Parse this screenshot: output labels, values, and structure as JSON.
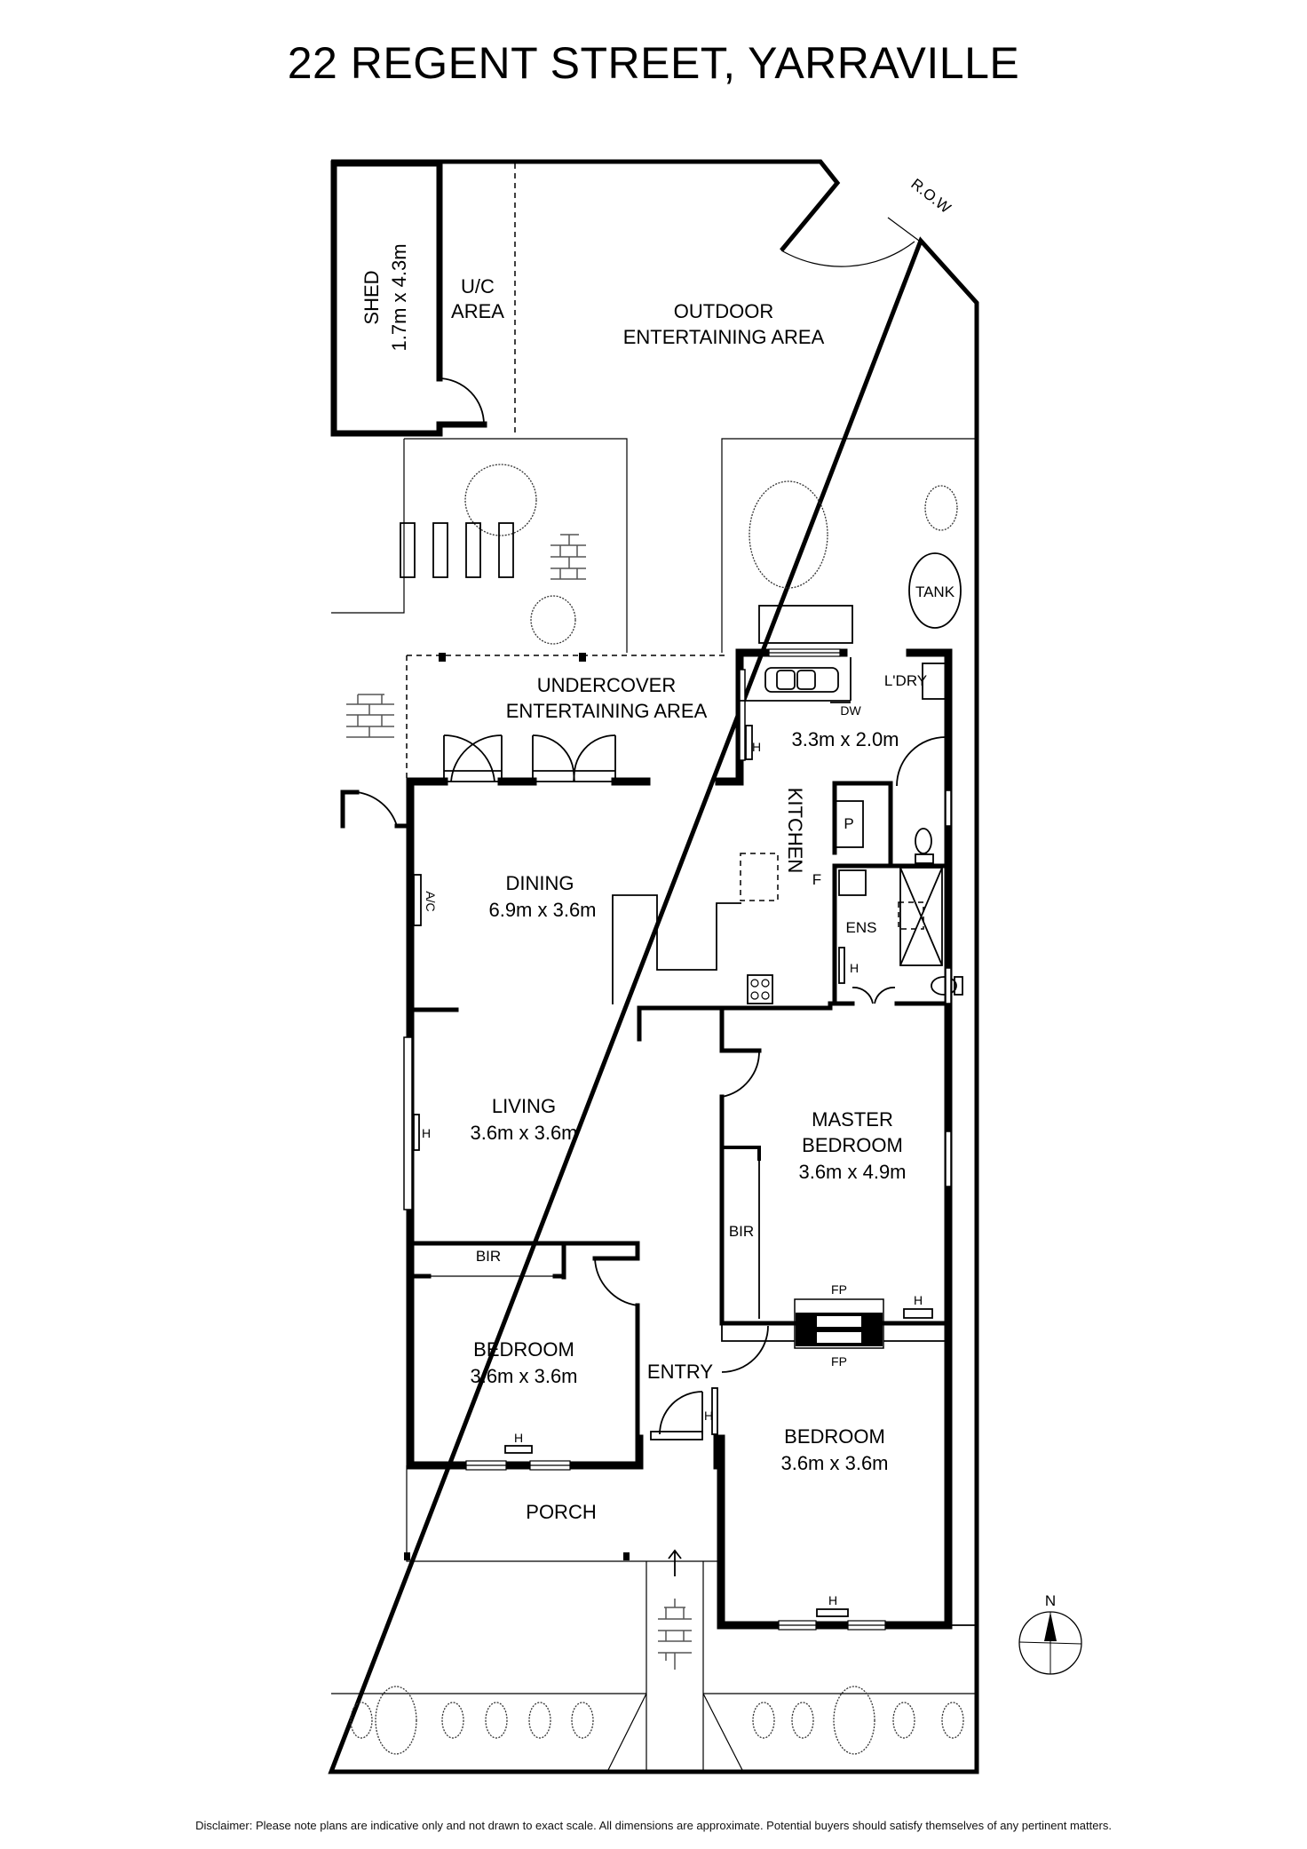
{
  "title": "22 REGENT STREET, YARRAVILLE",
  "disclaimer": "Disclaimer: Please note plans are indicative only and not drawn to exact scale. All dimensions are approximate. Potential buyers should satisfy themselves of any pertinent matters.",
  "rooms": {
    "shed": {
      "name": "SHED",
      "dims": "1.7m x 4.3m"
    },
    "uc_area": {
      "line1": "U/C",
      "line2": "AREA"
    },
    "outdoor": {
      "line1": "OUTDOOR",
      "line2": "ENTERTAINING AREA"
    },
    "row": "R.O.W",
    "tank": "TANK",
    "undercover": {
      "line1": "UNDERCOVER",
      "line2": "ENTERTAINING AREA"
    },
    "laundry": "L'DRY",
    "dishwasher": "DW",
    "kitchen": {
      "name": "KITCHEN",
      "dims": "3.3m x 2.0m"
    },
    "pantry": "P",
    "fridge": "F",
    "ensuite": "ENS",
    "dining": {
      "name": "DINING",
      "dims": "6.9m x 3.6m"
    },
    "ac": "A/C",
    "living": {
      "name": "LIVING",
      "dims": "3.6m x 3.6m"
    },
    "master": {
      "line1": "MASTER",
      "line2": "BEDROOM",
      "dims": "3.6m x 4.9m"
    },
    "bir": "BIR",
    "fireplace": "FP",
    "bedroom_left": {
      "name": "BEDROOM",
      "dims": "3.6m x 3.6m"
    },
    "bedroom_right": {
      "name": "BEDROOM",
      "dims": "3.6m x 3.6m"
    },
    "entry": "ENTRY",
    "porch": "PORCH",
    "heater": "H"
  },
  "compass": {
    "label": "N"
  }
}
